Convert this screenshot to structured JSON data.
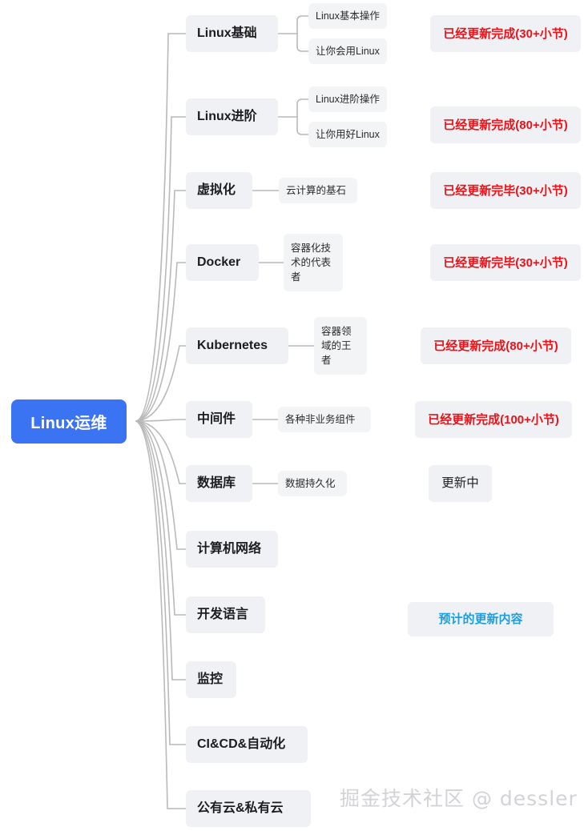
{
  "diagram": {
    "type": "mind-map",
    "title": "Linux运维",
    "root": {
      "label": "Linux运维",
      "color": "#3a74f2",
      "text_color": "#ffffff"
    },
    "node_color": "#f0f1f4",
    "leaf_color": "#f3f4f6",
    "connector_color": "#b9b9bb",
    "status_red": "#e8141a",
    "status_blue": "#1a9fe0",
    "branches": [
      {
        "label": "Linux基础",
        "children": [
          "Linux基本操作",
          "让你会用Linux"
        ],
        "status": "已经更新完成(30+小节)",
        "status_tone": "red"
      },
      {
        "label": "Linux进阶",
        "children": [
          "Linux进阶操作",
          "让你用好Linux"
        ],
        "status": "已经更新完成(80+小节)",
        "status_tone": "red"
      },
      {
        "label": "虚拟化",
        "children": [
          "云计算的基石"
        ],
        "status": "已经更新完毕(30+小节)",
        "status_tone": "red"
      },
      {
        "label": "Docker",
        "children": [
          "容器化技术的代表者"
        ],
        "status": "已经更新完毕(30+小节)",
        "status_tone": "red"
      },
      {
        "label": "Kubernetes",
        "children": [
          "容器领域的王者"
        ],
        "status": "已经更新完成(80+小节)",
        "status_tone": "red"
      },
      {
        "label": "中间件",
        "children": [
          "各种非业务组件"
        ],
        "status": "已经更新完成(100+小节)",
        "status_tone": "red"
      },
      {
        "label": "数据库",
        "children": [
          "数据持久化"
        ],
        "status": "更新中",
        "status_tone": "dark"
      },
      {
        "label": "计算机网络",
        "children": [],
        "status": "",
        "status_tone": ""
      },
      {
        "label": "开发语言",
        "children": [],
        "status": "预计的更新内容",
        "status_tone": "blue"
      },
      {
        "label": "监控",
        "children": [],
        "status": "",
        "status_tone": ""
      },
      {
        "label": "CI&CD&自动化",
        "children": [],
        "status": "",
        "status_tone": ""
      },
      {
        "label": "公有云&私有云",
        "children": [],
        "status": "",
        "status_tone": ""
      }
    ],
    "watermark": "掘金技术社区 @ dessler"
  }
}
